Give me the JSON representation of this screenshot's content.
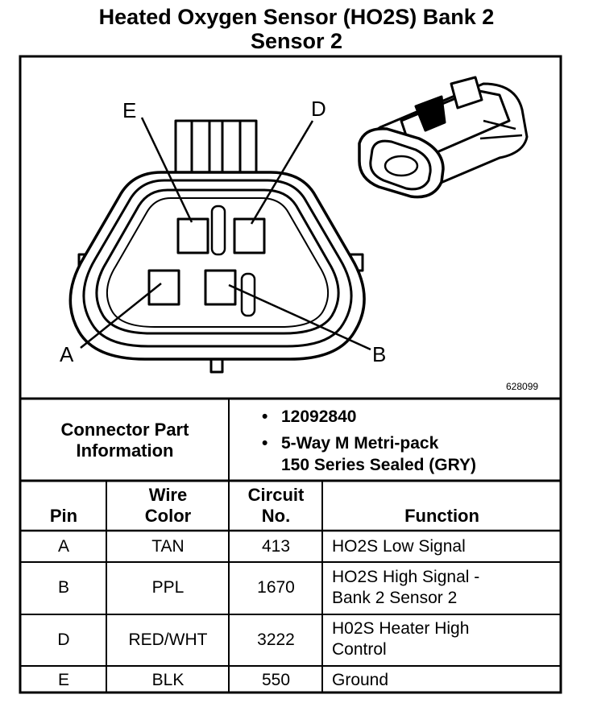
{
  "title": {
    "line1": "Heated Oxygen Sensor (HO2S) Bank 2",
    "line2": "Sensor 2"
  },
  "diagram": {
    "pin_labels": [
      "E",
      "D",
      "A",
      "B"
    ],
    "figure_number": "628099"
  },
  "connector_info": {
    "label_line1": "Connector Part",
    "label_line2": "Information",
    "bullet": "•",
    "part_number": "12092840",
    "description_line1": "5-Way M Metri-pack",
    "description_line2": "150 Series Sealed (GRY)"
  },
  "table": {
    "headers": {
      "pin": "Pin",
      "wire_color_1": "Wire",
      "wire_color_2": "Color",
      "circuit_1": "Circuit",
      "circuit_2": "No.",
      "function": "Function"
    },
    "rows": [
      {
        "pin": "A",
        "color": "TAN",
        "circuit": "413",
        "function_1": "HO2S Low Signal",
        "function_2": ""
      },
      {
        "pin": "B",
        "color": "PPL",
        "circuit": "1670",
        "function_1": "HO2S High Signal -",
        "function_2": "Bank 2 Sensor 2"
      },
      {
        "pin": "D",
        "color": "RED/WHT",
        "circuit": "3222",
        "function_1": "H02S Heater High",
        "function_2": "Control"
      },
      {
        "pin": "E",
        "color": "BLK",
        "circuit": "550",
        "function_1": "Ground",
        "function_2": ""
      }
    ]
  }
}
